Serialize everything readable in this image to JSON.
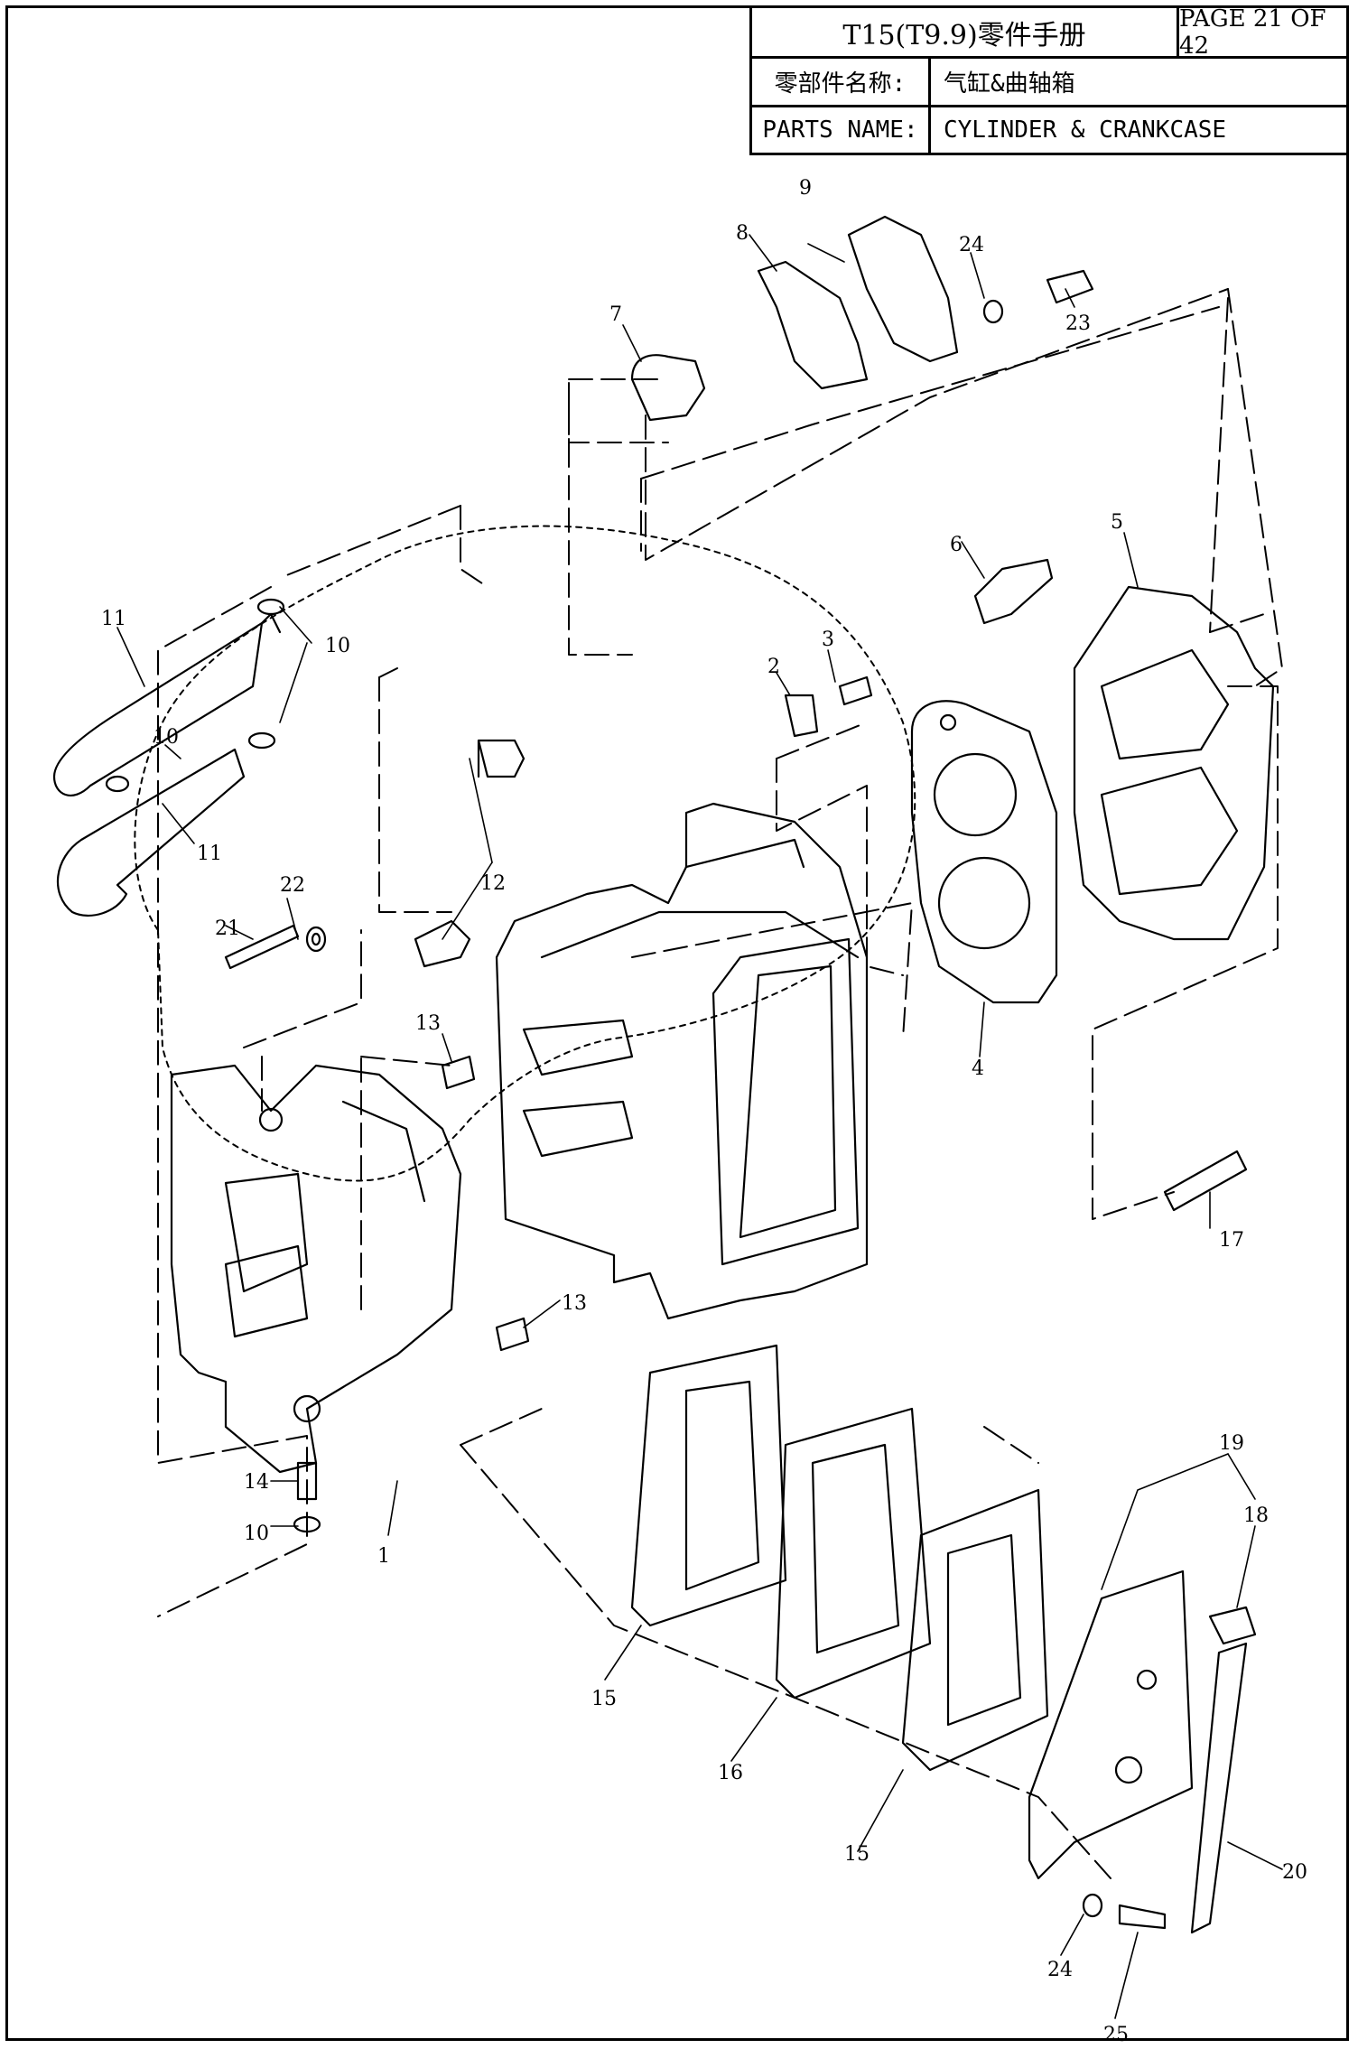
{
  "title_block": {
    "manual_title": "T15(T9.9)零件手册",
    "page_label": "PAGE 21 OF 42",
    "cn_name_label": "零部件名称:",
    "cn_name_value": "气缸&曲轴箱",
    "en_name_label": "PARTS NAME:",
    "en_name_value": "CYLINDER & CRANKCASE"
  },
  "callouts": {
    "c1": "1",
    "c2": "2",
    "c3": "3",
    "c4": "4",
    "c5": "5",
    "c6": "6",
    "c7": "7",
    "c8": "8",
    "c9": "9",
    "c10a": "10",
    "c10b": "10",
    "c10c": "10",
    "c11a": "11",
    "c11b": "11",
    "c12": "12",
    "c13a": "13",
    "c13b": "13",
    "c14": "14",
    "c15a": "15",
    "c15b": "15",
    "c16": "16",
    "c17": "17",
    "c18": "18",
    "c19": "19",
    "c20": "20",
    "c21": "21",
    "c22": "22",
    "c23": "23",
    "c24a": "24",
    "c24b": "24",
    "c25": "25"
  }
}
